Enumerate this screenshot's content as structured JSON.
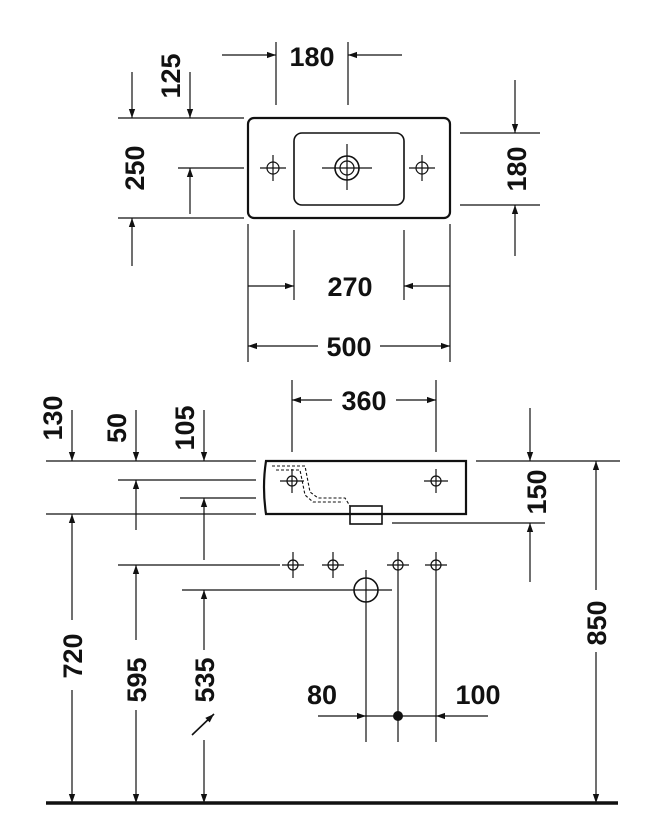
{
  "top_view": {
    "width_total": "500",
    "width_basin": "270",
    "width_tap": "180",
    "depth_total": "250",
    "depth_basin": "180",
    "offset_front": "125"
  },
  "side_view": {
    "width_openings": "360",
    "height_left_130": "130",
    "height_left_50": "50",
    "height_left_105": "105",
    "height_basin": "150",
    "height_overall": "850",
    "height_720": "720",
    "height_595": "595",
    "height_535": "535",
    "offset_80": "80",
    "offset_100": "100"
  },
  "colors": {
    "line": "#111111",
    "background": "#ffffff"
  }
}
